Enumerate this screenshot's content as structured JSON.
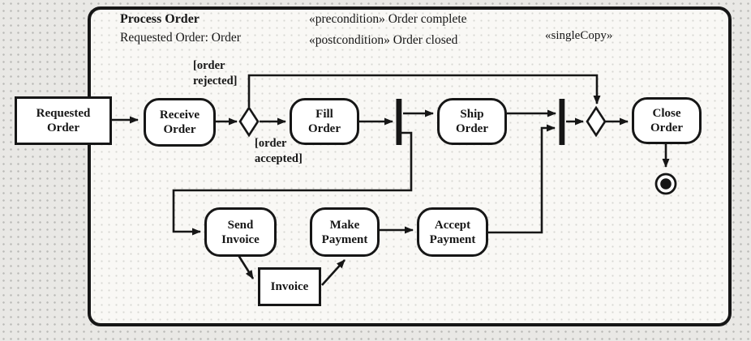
{
  "frame": {
    "title": "Process Order",
    "parameter": "Requested Order: Order",
    "precondition": "«precondition» Order complete",
    "postcondition": "«postcondition» Order closed",
    "single_copy": "«singleCopy»"
  },
  "nodes": {
    "requested_order": "Requested\nOrder",
    "receive_order": "Receive\nOrder",
    "fill_order": "Fill\nOrder",
    "ship_order": "Ship\nOrder",
    "close_order": "Close\nOrder",
    "send_invoice": "Send\nInvoice",
    "invoice": "Invoice",
    "make_payment": "Make\nPayment",
    "accept_payment": "Accept\nPayment"
  },
  "guards": {
    "order_rejected": "[order\nrejected]",
    "order_accepted": "[order\naccepted]"
  },
  "edges": [
    {
      "from": "requested_order",
      "to": "receive_order"
    },
    {
      "from": "receive_order",
      "to": "decision"
    },
    {
      "from": "decision",
      "to": "fill_order",
      "guard": "[order accepted]"
    },
    {
      "from": "decision",
      "to": "merge",
      "guard": "[order rejected]"
    },
    {
      "from": "fill_order",
      "to": "fork"
    },
    {
      "from": "fork",
      "to": "ship_order"
    },
    {
      "from": "fork",
      "to": "send_invoice"
    },
    {
      "from": "ship_order",
      "to": "join"
    },
    {
      "from": "accept_payment",
      "to": "join"
    },
    {
      "from": "join",
      "to": "merge"
    },
    {
      "from": "merge",
      "to": "close_order"
    },
    {
      "from": "close_order",
      "to": "final"
    },
    {
      "from": "send_invoice",
      "to": "invoice"
    },
    {
      "from": "invoice",
      "to": "make_payment"
    },
    {
      "from": "make_payment",
      "to": "accept_payment"
    }
  ],
  "colors": {
    "line": "#161616",
    "node_fill": "#ffffff",
    "background": "#e9e8e5"
  }
}
